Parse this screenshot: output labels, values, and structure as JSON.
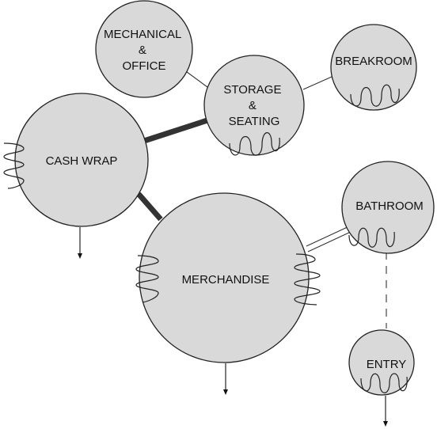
{
  "diagram": {
    "nodes": [
      {
        "id": "mechanical",
        "lines": [
          "MECHANICAL",
          "&",
          "OFFICE"
        ]
      },
      {
        "id": "storage",
        "lines": [
          "STORAGE",
          "&",
          "SEATING"
        ]
      },
      {
        "id": "breakroom",
        "lines": [
          "BREAKROOM"
        ]
      },
      {
        "id": "cashwrap",
        "lines": [
          "CASH WRAP"
        ]
      },
      {
        "id": "merchandise",
        "lines": [
          "MERCHANDISE"
        ]
      },
      {
        "id": "bathroom",
        "lines": [
          "BATHROOM"
        ]
      },
      {
        "id": "entry",
        "lines": [
          "ENTRY"
        ]
      }
    ],
    "connections": [
      {
        "from": "mechanical",
        "to": "storage",
        "style": "thin"
      },
      {
        "from": "storage",
        "to": "breakroom",
        "style": "thin"
      },
      {
        "from": "cashwrap",
        "to": "storage",
        "style": "thick"
      },
      {
        "from": "cashwrap",
        "to": "merchandise",
        "style": "thick"
      },
      {
        "from": "merchandise",
        "to": "bathroom",
        "style": "double"
      },
      {
        "from": "bathroom",
        "to": "entry",
        "style": "dashed"
      }
    ]
  }
}
